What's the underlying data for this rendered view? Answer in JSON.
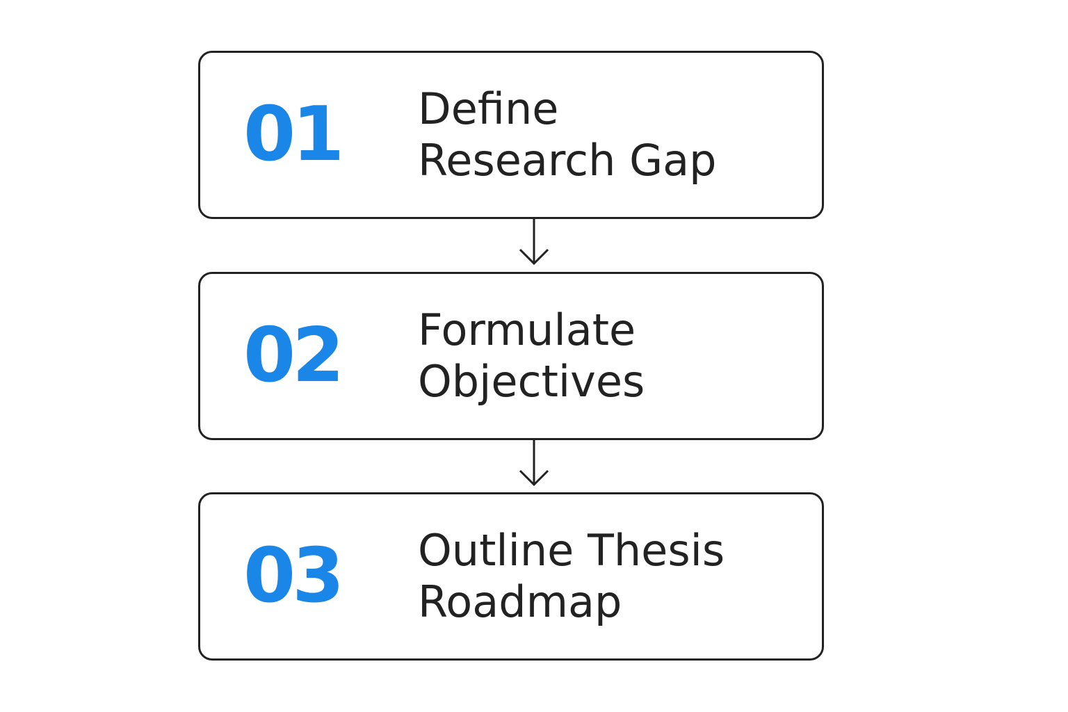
{
  "diagram": {
    "accent_color": "#1a86e8",
    "text_color": "#222222",
    "steps": [
      {
        "number": "01",
        "line1": "Define",
        "line2": "Research Gap"
      },
      {
        "number": "02",
        "line1": "Formulate",
        "line2": "Objectives"
      },
      {
        "number": "03",
        "line1": "Outline Thesis",
        "line2": "Roadmap"
      }
    ],
    "connectors": [
      {
        "from": "01",
        "to": "02",
        "icon": "arrow-down-icon"
      },
      {
        "from": "02",
        "to": "03",
        "icon": "arrow-down-icon"
      }
    ]
  }
}
